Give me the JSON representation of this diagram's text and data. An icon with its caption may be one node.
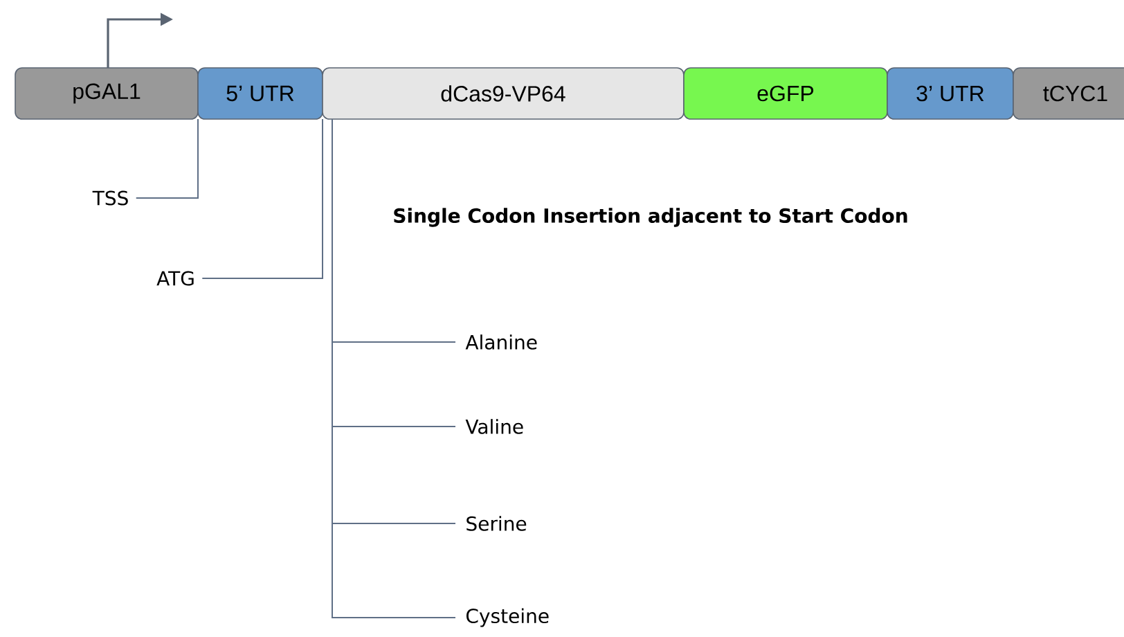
{
  "diagram": {
    "nodes": [
      {
        "text": [
          "pGAL1"
        ]
      },
      {
        "text": [
          "5’ UTR"
        ]
      },
      {
        "text": [
          "dCas9-VP64"
        ]
      },
      {
        "text": [
          "eGFP"
        ]
      },
      {
        "text": [
          "3’ UTR"
        ]
      },
      {
        "text": [
          "tCYC1"
        ]
      },
      {
        "text": [
          "TSS"
        ]
      },
      {
        "text": [
          "ATG"
        ]
      },
      {
        "text": [
          "Alanine"
        ]
      },
      {
        "text": [
          "Valine"
        ]
      },
      {
        "text": [
          "Serine"
        ]
      },
      {
        "text": [
          "Cysteine"
        ]
      }
    ],
    "edges": [
      {
        "from": 6,
        "to": 1,
        "arrow": "none"
      },
      {
        "from": 7,
        "to": 1,
        "arrow": "none"
      },
      {
        "from": 2,
        "to": 8,
        "arrow": "none"
      },
      {
        "from": 2,
        "to": 9,
        "arrow": "none"
      },
      {
        "from": 2,
        "to": 10,
        "arrow": "none"
      },
      {
        "from": 2,
        "to": 11,
        "arrow": "none"
      }
    ],
    "labels": [
      "Single Codon Insertion adjacent to Start Codon"
    ]
  }
}
